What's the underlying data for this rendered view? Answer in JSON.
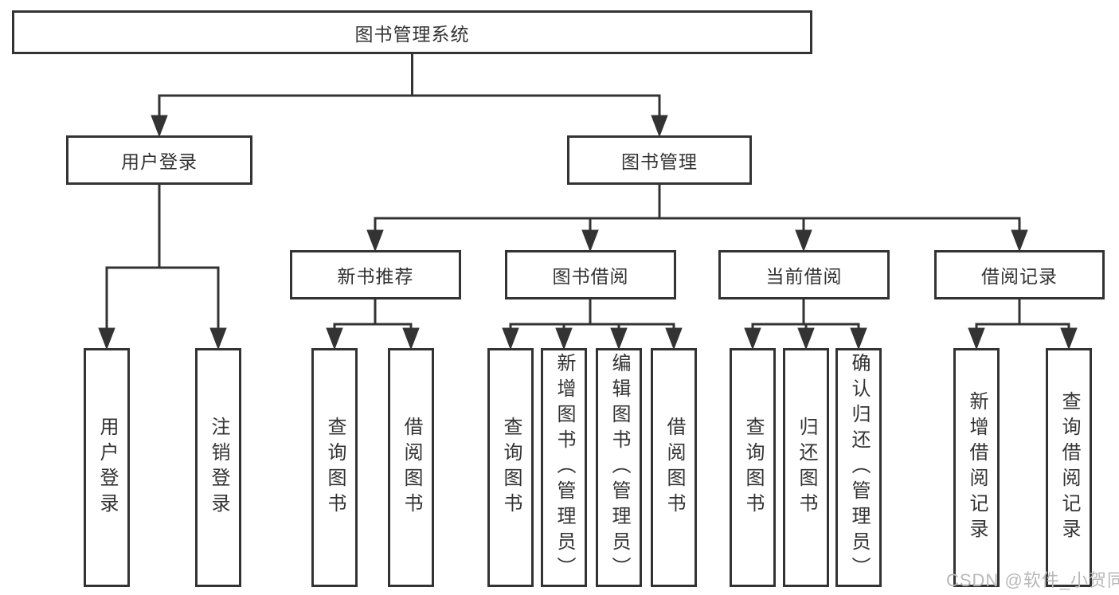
{
  "diagram": {
    "title": "图书管理系统",
    "root": {
      "label": "图书管理系统"
    },
    "branches": [
      {
        "label": "用户登录",
        "leaves": [
          {
            "label": "用户登录"
          },
          {
            "label": "注销登录"
          }
        ]
      },
      {
        "label": "图书管理",
        "children": [
          {
            "label": "新书推荐",
            "leaves": [
              {
                "label": "查询图书"
              },
              {
                "label": "借阅图书"
              }
            ]
          },
          {
            "label": "图书借阅",
            "leaves": [
              {
                "label": "查询图书"
              },
              {
                "label": "新增图书（管理员）"
              },
              {
                "label": "编辑图书（管理员）"
              },
              {
                "label": "借阅图书"
              }
            ]
          },
          {
            "label": "当前借阅",
            "leaves": [
              {
                "label": "查询图书"
              },
              {
                "label": "归还图书"
              },
              {
                "label": "确认归还（管理员）"
              }
            ]
          },
          {
            "label": "借阅记录",
            "leaves": [
              {
                "label": "新增借阅记录"
              },
              {
                "label": "查询借阅记录"
              }
            ]
          }
        ]
      }
    ],
    "watermark": "CSDN @软件_小贺同学",
    "colors": {
      "line": "#333333",
      "text": "#333333",
      "box_background": "#ffffff",
      "page_background": "#ffffff",
      "watermark": "#b8b8b8"
    }
  }
}
